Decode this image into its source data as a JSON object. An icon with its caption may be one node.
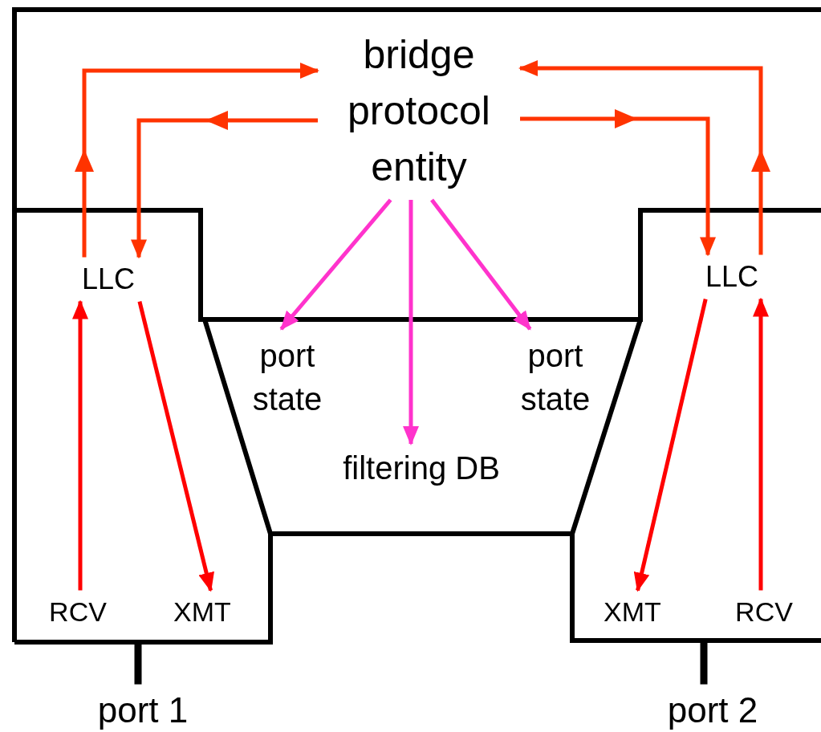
{
  "diagram": {
    "nodes": [
      {
        "text": [
          "bridge protocol entity"
        ]
      },
      {
        "text": [
          "LLC"
        ]
      },
      {
        "text": [
          "RCV"
        ]
      },
      {
        "text": [
          "XMT"
        ]
      },
      {
        "text": [
          "LLC"
        ]
      },
      {
        "text": [
          "XMT"
        ]
      },
      {
        "text": [
          "RCV"
        ]
      },
      {
        "text": [
          "port state"
        ]
      },
      {
        "text": [
          "port state"
        ]
      },
      {
        "text": [
          "filtering DB"
        ]
      },
      {
        "text": [
          "port 1"
        ]
      },
      {
        "text": [
          "port 2"
        ]
      }
    ],
    "edges": [
      {
        "from": 1,
        "to": 0,
        "arrow": "to",
        "color": "#ff3300"
      },
      {
        "from": 0,
        "to": 1,
        "arrow": "to",
        "color": "#ff3300"
      },
      {
        "from": 0,
        "to": 4,
        "arrow": "to",
        "color": "#ff3300"
      },
      {
        "from": 4,
        "to": 0,
        "arrow": "to",
        "color": "#ff3300"
      },
      {
        "from": 2,
        "to": 1,
        "arrow": "to"
      },
      {
        "from": 1,
        "to": 3,
        "arrow": "to"
      },
      {
        "from": 4,
        "to": 5,
        "arrow": "to"
      },
      {
        "from": 6,
        "to": 4,
        "arrow": "to"
      },
      {
        "from": 0,
        "to": 7,
        "arrow": "to",
        "color": "#ff33cc"
      },
      {
        "from": 0,
        "to": 9,
        "arrow": "to",
        "color": "#ff33cc"
      },
      {
        "from": 0,
        "to": 8,
        "arrow": "to",
        "color": "#ff33cc"
      },
      {
        "from": 10,
        "to": null,
        "arrow": "none",
        "style": "thick",
        "color": "#000000"
      },
      {
        "from": 11,
        "to": null,
        "arrow": "none",
        "style": "thick",
        "color": "#000000"
      }
    ]
  }
}
